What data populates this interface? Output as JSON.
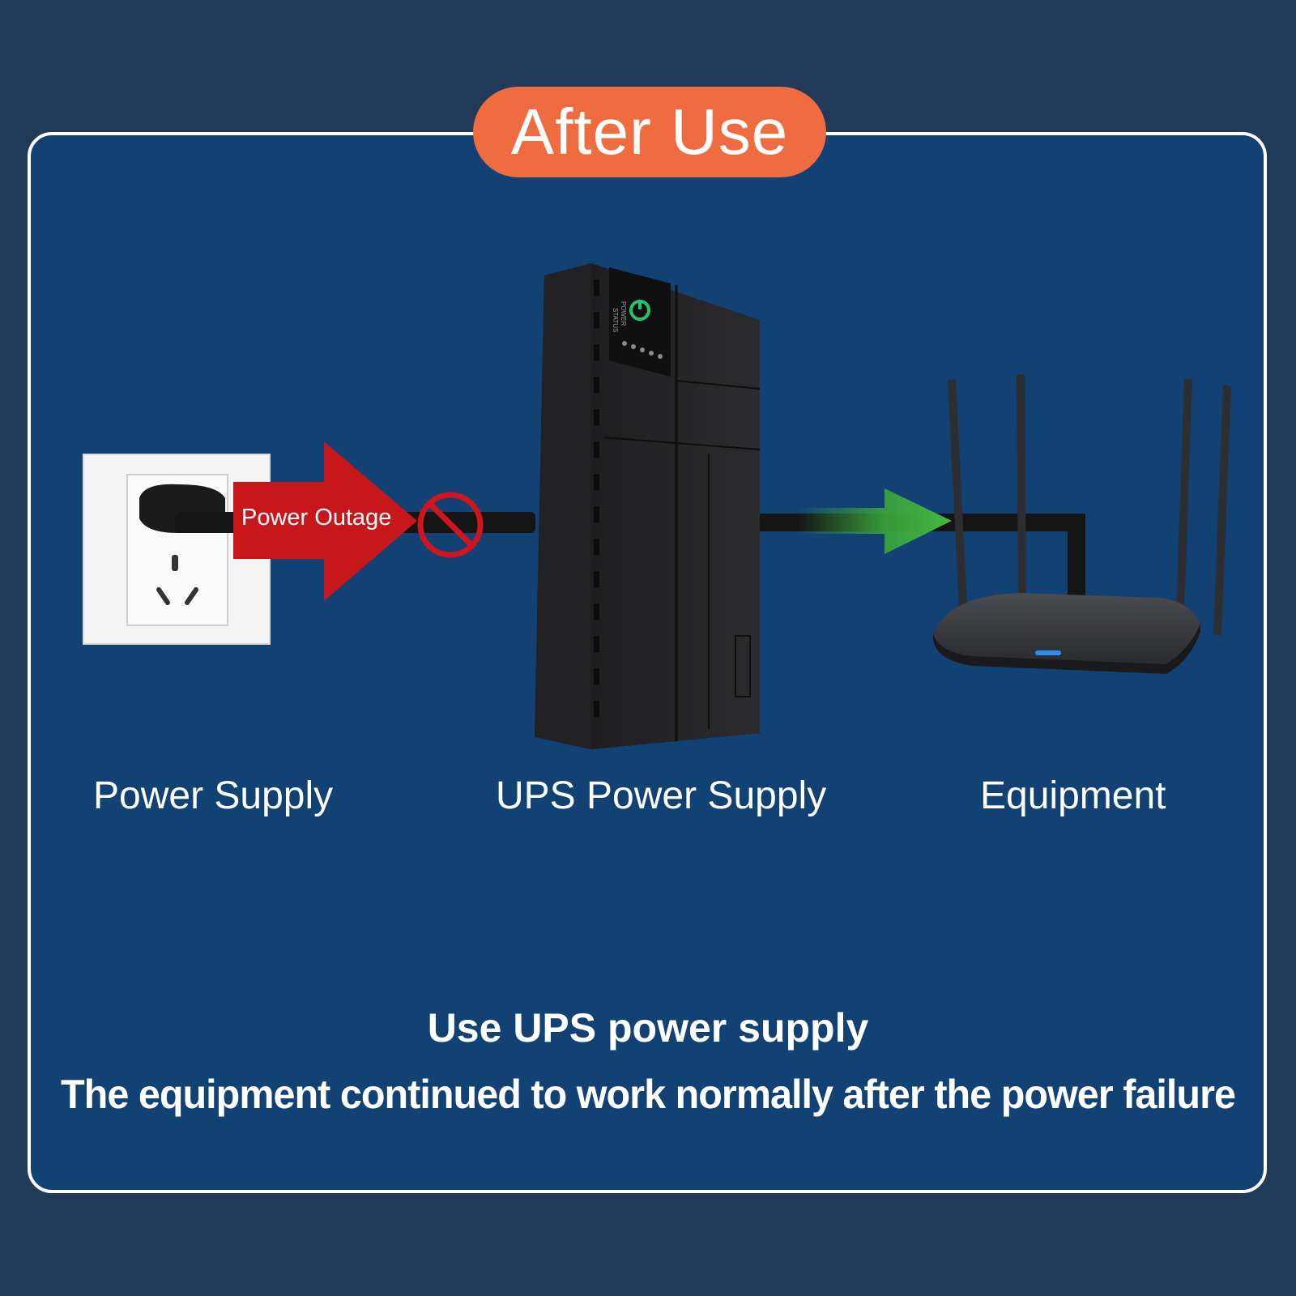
{
  "header": {
    "title": "After Use"
  },
  "nodes": {
    "source": {
      "label": "Power Supply"
    },
    "ups": {
      "label": "UPS Power Supply",
      "panel_power_text": "POWER",
      "panel_status_text": "STATUS"
    },
    "equipment": {
      "label": "Equipment"
    }
  },
  "flow": {
    "outage_label": "Power Outage",
    "outage_color": "#c8171b",
    "flow_color": "#3aa53a",
    "blocked_icon": "no-entry-icon"
  },
  "captions": {
    "line1": "Use UPS power supply",
    "line2": "The equipment continued to work normally after the power failure"
  },
  "colors": {
    "background": "#223a5a",
    "panel": "#124174",
    "accent": "#ef6c40",
    "power_led": "#27c36c"
  }
}
